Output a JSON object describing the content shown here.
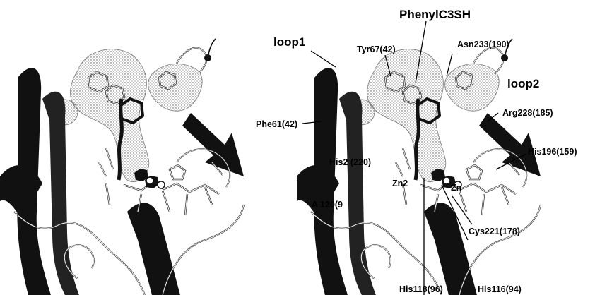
{
  "labels": {
    "phenyl": "PhenylC3SH",
    "loop1": "loop1",
    "loop2": "loop2",
    "tyr67": "Tyr67(42)",
    "asn233": "Asn233(190)",
    "arg228": "Arg228(185)",
    "phe61": "Phe61(42)",
    "his196": "His196(159)",
    "his_partial": "His2   (220)",
    "zn2": "Zn2",
    "zn1": "Zn",
    "asp_partial": "A   120(9",
    "cys221": "Cys221(178)",
    "his118": "His118(96)",
    "his116": "His116(94)"
  },
  "colors": {
    "ink": "#000000",
    "ribbon": "#111111",
    "stipple": "#9a9a9a",
    "background": "#ffffff"
  }
}
